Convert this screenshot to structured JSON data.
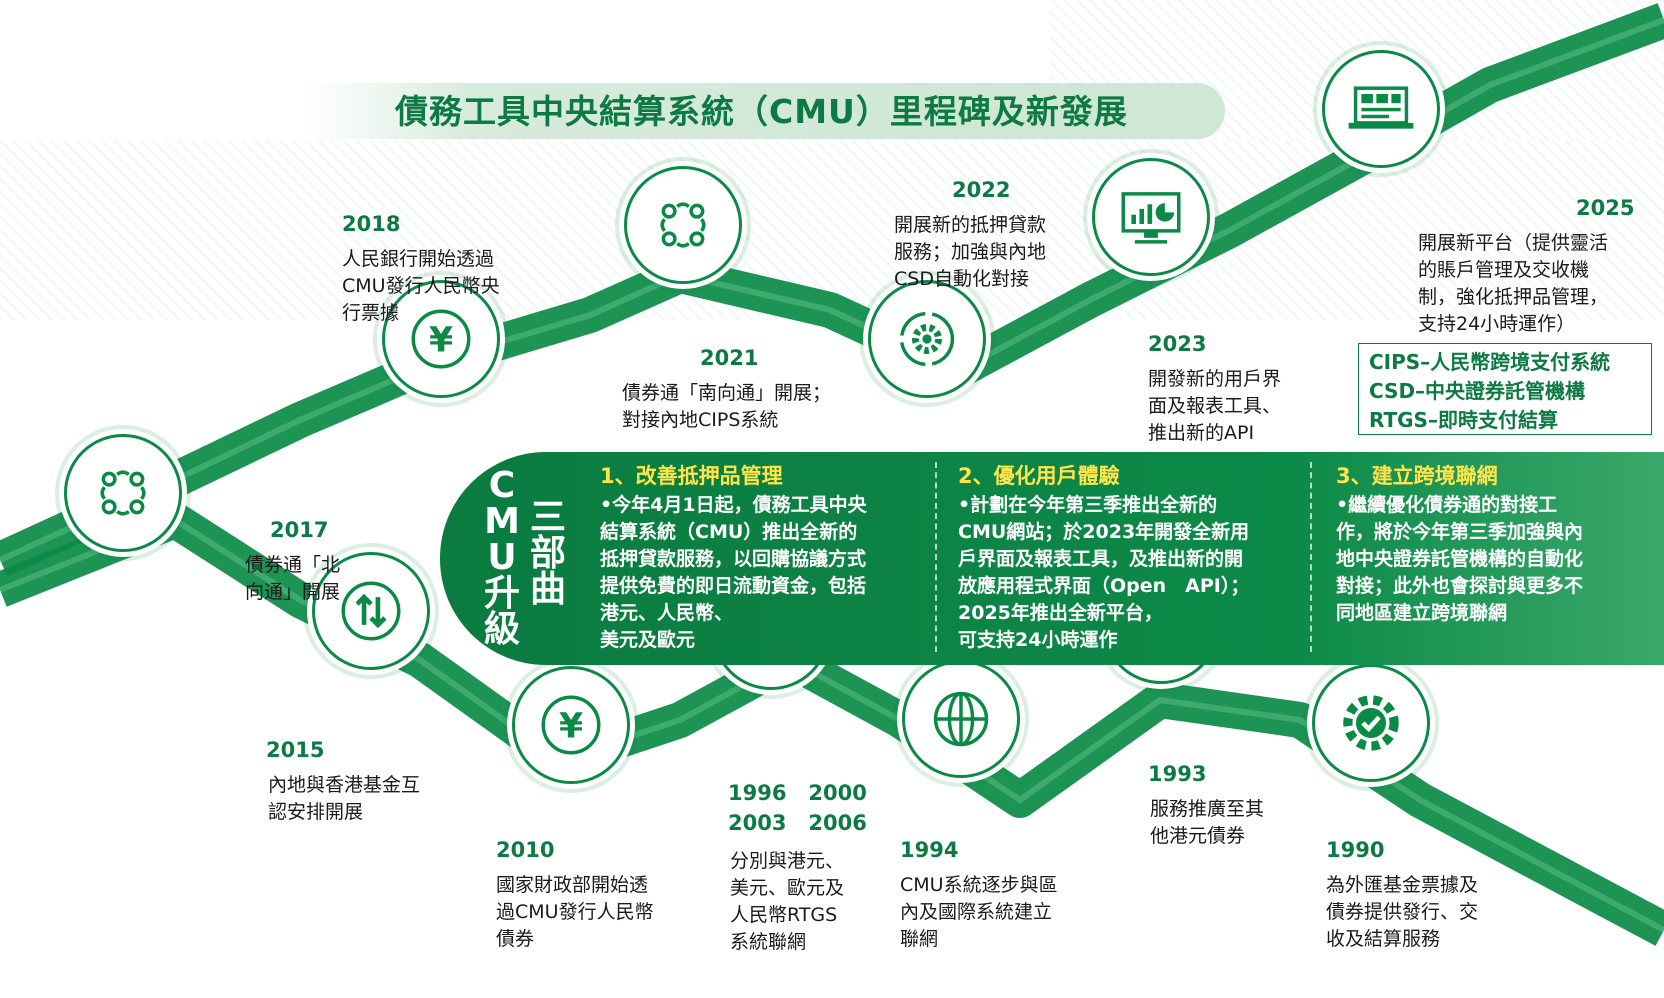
{
  "title": "債務工具中央結算系統（CMU）里程碑及新發展",
  "milestones": {
    "y1990": {
      "year": "1990",
      "text": [
        "為外匯基金票據及",
        "債券提供發行、交",
        "收及結算服務"
      ]
    },
    "y1993": {
      "year": "1993",
      "text": [
        "服務推廣至其",
        "他港元債券"
      ]
    },
    "y1994": {
      "year": "1994",
      "text": [
        "CMU系統逐步與區",
        "內及國際系統建立",
        "聯網"
      ]
    },
    "y1996": {
      "year": "1996",
      "year2": "2000",
      "year3": "2003",
      "year4": "2006",
      "text": [
        "分別與港元、",
        "美元、歐元及",
        "人民幣RTGS",
        "系統聯網"
      ]
    },
    "y2010": {
      "year": "2010",
      "text": [
        "國家財政部開始透",
        "過CMU發行人民幣",
        "債券"
      ]
    },
    "y2015": {
      "year": "2015",
      "text": [
        "內地與香港基金互",
        "認安排開展"
      ]
    },
    "y2017": {
      "year": "2017",
      "text": [
        "債券通「北",
        "向通」開展"
      ]
    },
    "y2018": {
      "year": "2018",
      "text": [
        "人民銀行開始透過",
        "CMU發行人民幣央",
        "行票據"
      ]
    },
    "y2021": {
      "year": "2021",
      "text": [
        "債券通「南向通」開展；",
        "對接內地CIPS系統"
      ]
    },
    "y2022": {
      "year": "2022",
      "text": [
        "開展新的抵押貸款",
        "服務；加強與內地",
        "CSD自動化對接"
      ]
    },
    "y2023": {
      "year": "2023",
      "text": [
        "開發新的用戶界",
        "面及報表工具、",
        "推出新的API"
      ]
    },
    "y2025": {
      "year": "2025",
      "text": [
        "開展新平台（提供靈活",
        "的賬戶管理及交收機",
        "制，強化抵押品管理，",
        "支持24小時運作）"
      ]
    }
  },
  "abbreviations": [
    "CIPS–人民幣跨境支付系統",
    "CSD–中央證券託管機構",
    "RTGS–即時支付結算"
  ],
  "upgrade": {
    "label_left": [
      "C",
      "M",
      "U",
      "升",
      "級"
    ],
    "label_right": [
      "三",
      "部",
      "曲"
    ],
    "items": [
      {
        "heading": "1、改善抵押品管理",
        "body": [
          "•今年4月1日起，債務工具中央",
          "結算系統（CMU）推出全新的",
          "抵押貸款服務，以回購協議方式",
          "提供免費的即日流動資金，包括",
          "港元、人民幣、",
          "美元及歐元"
        ]
      },
      {
        "heading": "2、優化用戶體驗",
        "body": [
          "•計劃在今年第三季推出全新的",
          "CMU網站；於2023年開發全新用",
          "戶界面及報表工具，及推出新的開",
          "放應用程式界面（Open　API）；",
          "2025年推出全新平台，",
          "可支持24小時運作"
        ]
      },
      {
        "heading": "3、建立跨境聯網",
        "body": [
          "•繼續優化債券通的對接工",
          "作，將於今年第三季加強與內",
          "地中央證券託管機構的自動化",
          "對接；此外也會探討與更多不",
          "同地區建立跨境聯網"
        ]
      }
    ]
  },
  "icons": {
    "n1990": "gear-check-icon",
    "n1993": "documents-money-icon",
    "n1994": "globe-icon",
    "n1996": "laptop-gear-icon",
    "n2010": "yuan-coin-icon",
    "n2015": "exchange-arrows-icon",
    "n2017": "people-cycle-icon",
    "n2018": "yuan-coin-icon",
    "n2021": "people-cycle-icon",
    "n2022": "gear-cycle-icon",
    "n2023": "monitor-chart-icon",
    "n2025": "laptop-dashboard-icon"
  },
  "colors": {
    "primary": "#0b7b40",
    "accent": "#ffe54a",
    "track": "#0a8a45"
  }
}
